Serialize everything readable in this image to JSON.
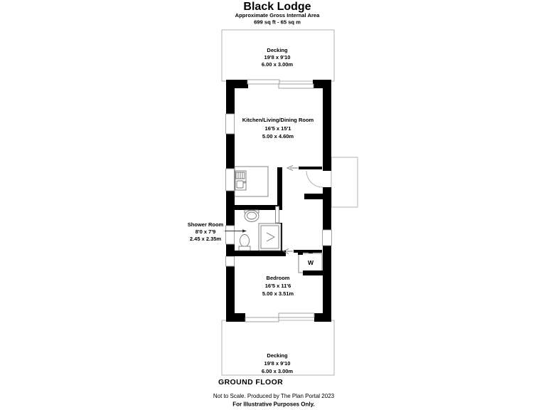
{
  "header": {
    "title": "Black Lodge",
    "subtitle": "Approximate Gross Internal Area",
    "area": "699 sq ft - 65 sq m"
  },
  "rooms": {
    "decking_top": {
      "name": "Decking",
      "imperial": "19'8 x 9'10",
      "metric": "6.00 x 3.00m"
    },
    "kitchen": {
      "name": "Kitchen/Living/Dining Room",
      "imperial": "16'5 x 15'1",
      "metric": "5.00 x 4.60m"
    },
    "shower": {
      "name": "Shower Room",
      "imperial": "8'0 x 7'9",
      "metric": "2.45 x 2.35m"
    },
    "bedroom": {
      "name": "Bedroom",
      "imperial": "16'5 x 11'6",
      "metric": "5.00 x 3.51m"
    },
    "decking_bottom": {
      "name": "Decking",
      "imperial": "19'8 x 9'10",
      "metric": "6.00 x 3.00m"
    },
    "wardrobe": "W"
  },
  "footer": {
    "floor_label": "GROUND FLOOR",
    "disclaimer": "Not to Scale. Produced by The Plan Portal 2023",
    "purpose": "For Illustrative Purposes Only."
  },
  "colors": {
    "wall": "#000000",
    "outline": "#b3b3b3",
    "fixture": "#777777"
  }
}
